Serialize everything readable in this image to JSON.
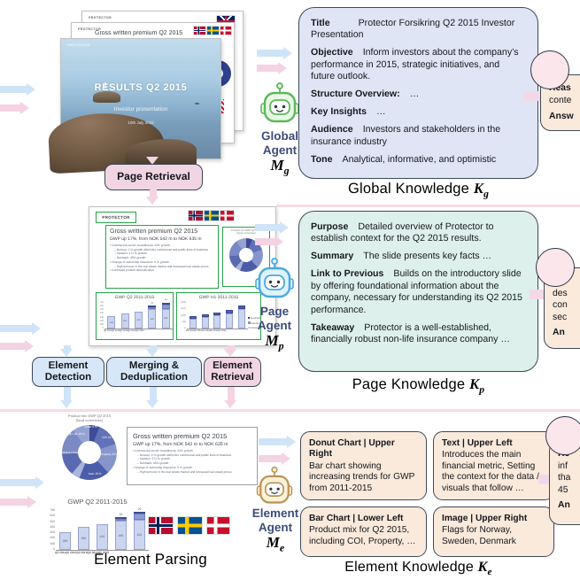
{
  "colors": {
    "arrow_blue": "#cfe4f7",
    "arrow_pink": "#f4d3e2",
    "global_box_bg": "#dfe5f5",
    "page_box_bg": "#def0ec",
    "element_card_bg": "#faeadc",
    "annotation_green": "#27a348",
    "circle_pink": "#fbe6ec"
  },
  "global_section": {
    "slides": {
      "logo": "PROTECTOR",
      "back_title": "Gross written premium Q2 2015",
      "front_title": "RESULTS Q2 2015",
      "front_subtitle": "Investor presentation",
      "front_date": "10th July 2015"
    },
    "page_retrieval_button": "Page Retrieval",
    "agent": {
      "line1": "Global",
      "line2": "Agent",
      "symbol": "M",
      "sub": "g"
    },
    "knowledge": {
      "items": [
        {
          "key": "Title",
          "value": "Protector Forsikring Q2 2015 Investor Presentation"
        },
        {
          "key": "Objective",
          "value": "Inform investors about the company’s performance in 2015, strategic initiatives, and future outlook."
        },
        {
          "key": "Structure Overview:",
          "value": "…"
        },
        {
          "key": "Key Insights",
          "value": "…"
        },
        {
          "key": "Audience",
          "value": "Investors and stakeholders in the insurance industry"
        },
        {
          "key": "Tone",
          "value": "Analytical, informative, and optimistic"
        }
      ]
    },
    "caption": {
      "text": "Global Knowledge ",
      "symbol": "K",
      "sub": "g"
    },
    "clipped": {
      "l1": "Reas",
      "l2": "conte",
      "l3": "Answ"
    }
  },
  "page_section": {
    "slide": {
      "logo": "PROTECTOR",
      "title": "Gross written premium Q2 2015",
      "subtitle": "GWP up 17%, from NOK 542 m to NOK 635 m",
      "bullets": {
        "b1": "Commercial sector Scandinavia: 22% growth",
        "b1s1": "Norway: 2 % growth within the commercial and public lines of business",
        "b1s2": "Sweden: 171 % growth",
        "b1s3": "Denmark: 45% growth",
        "b2": "Change of ownership insurance: 5 % growth",
        "b2s1": "High turnover in the real estate market and increased real estate prices",
        "b3": "Continued product diversification"
      },
      "donut_title1": "Product mix GWP Q2 2015",
      "donut_title2": "(local currencies)",
      "chart1_title": "GWP Q2 2011-2015",
      "chart2_title": "GWP H1 2011-2015"
    },
    "agent": {
      "line1": "Page",
      "line2": "Agent",
      "symbol": "M",
      "sub": "p"
    },
    "knowledge": {
      "items": [
        {
          "key": "Purpose",
          "value": "Detailed overview of Protector to establish context for the Q2 2015 results."
        },
        {
          "key": "Summary",
          "value": "The slide presents key facts …"
        },
        {
          "key": "Link to Previous",
          "value": "Builds on the introductory slide by offering foundational information about the company, necessary for understanding its Q2 2015 performance."
        },
        {
          "key": "Takeaway",
          "value": "Protector is a well-established, financially robust non-life insurance company …"
        }
      ]
    },
    "caption": {
      "text": "Page Knowledge ",
      "symbol": "K",
      "sub": "p"
    },
    "buttons": {
      "detect": "Element Detection",
      "merge": "Merging & Deduplication",
      "retrieve": "Element Retrieval"
    },
    "clipped": {
      "l1": "Re",
      "l2": "des",
      "l3": "con",
      "l4": "sec",
      "l5": "An"
    }
  },
  "element_section": {
    "parsing": {
      "donut_title1": "Product mix GWP Q2 2015",
      "donut_title2": "(local currencies)",
      "text_title": "Gross written premium Q2 2015",
      "text_subtitle": "GWP up 17%, from NOK 542 m to NOK 635 m",
      "bullets": {
        "b1": "Commercial sector Scandinavia: 22% growth",
        "b1s1": "Norway: 2 % growth within the commercial and public lines of business",
        "b1s2": "Sweden: 171 % growth",
        "b1s3": "Denmark: 45% growth",
        "b2": "Change of ownership insurance: 5 % growth",
        "b2s1": "High turnover in the real estate market and increased real estate prices"
      },
      "chart_title": "GWP Q2 2011-2015",
      "caption": "Element Parsing"
    },
    "agent": {
      "line1": "Element",
      "line2": "Agent",
      "symbol": "M",
      "sub": "e"
    },
    "cards": [
      {
        "title": "Donut Chart | Upper Right",
        "body": "Bar chart showing increasing trends for GWP from 2011-2015"
      },
      {
        "title": "Text | Upper Left",
        "body": "Introduces the main financial metric, Setting the context for the data / visuals that follow …"
      },
      {
        "title": "Bar Chart | Lower Left",
        "body": "Product mix for Q2 2015, including COI, Property, …"
      },
      {
        "title": "Image | Upper Right",
        "body": "Flags for Norway, Sweden, Denmark"
      }
    ],
    "caption": {
      "text": "Element Knowledge ",
      "symbol": "K",
      "sub": "e"
    },
    "clipped": {
      "l1": "Re",
      "l2": "inf",
      "l3": "tha",
      "l4": "45",
      "l5": "An"
    }
  },
  "chart_data": [
    {
      "type": "pie",
      "title": "Product mix GWP Q2 2015 (local currencies)",
      "labels": [
        "Other",
        "COI",
        "Property",
        "Auto",
        "Liability",
        "Workers Comp",
        "",
        "Group Life"
      ],
      "values": [
        6,
        14,
        18,
        18,
        5,
        13,
        16,
        10
      ],
      "display_labels": {
        "other": "Other 6 %",
        "coi": "COI 14 %",
        "property": "Property 18 %",
        "auto": "Auto 18 %",
        "workers": "Workers Comp 13 %",
        "group": "Group Life 10 %"
      }
    },
    {
      "type": "bar",
      "title": "GWP Q2 2011-2015",
      "categories": [
        "Q2 2011",
        "Q2 2012",
        "Q2 2013",
        "Q2 2014",
        "Q2 2015"
      ],
      "series": [
        {
          "name": "Norway",
          "values": [
            298,
            380,
            426,
            480,
            492
          ]
        },
        {
          "name": "Sweden",
          "values": [
            0,
            0,
            0,
            36,
            110
          ]
        },
        {
          "name": "Denmark",
          "values": [
            0,
            0,
            0,
            26,
            29
          ]
        }
      ],
      "bar_labels": [
        "298",
        "380",
        "426",
        "480",
        "492"
      ],
      "top_labels": [
        "",
        "",
        "",
        "26",
        "29"
      ],
      "yticks": [
        700,
        600,
        500,
        400,
        300,
        200,
        100,
        0
      ],
      "ylim": [
        0,
        700
      ]
    },
    {
      "type": "bar",
      "title": "GWP H1 2011-2015",
      "categories": [
        "H1 2011",
        "H1 2012",
        "H1 2013",
        "H1 2014",
        "H1 2015"
      ],
      "values": [
        850,
        1005,
        1150,
        1298,
        1605
      ],
      "legend": [
        "Denmark",
        "Sweden",
        "Norway"
      ],
      "yticks": [
        2000,
        1500,
        1000,
        500,
        0
      ],
      "ylim": [
        0,
        2000
      ]
    }
  ]
}
